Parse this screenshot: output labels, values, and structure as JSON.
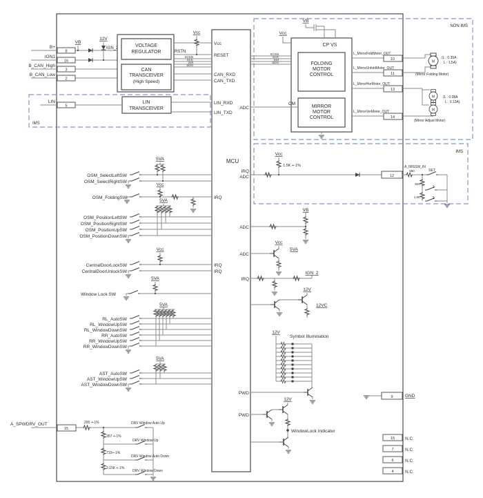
{
  "colors": {
    "dashed_box": "#7f97c6",
    "wire": "#8a8a8a",
    "component": "#444444",
    "text": "#2b2b2b"
  },
  "regions": {
    "non_ims": "NON IMS",
    "ims_right": "IMS",
    "ims_left": "IMS"
  },
  "rails": {
    "vb": "VB",
    "v12": "12V",
    "vcc": "Vcc",
    "va5": "5VA",
    "ign2": "IGN_2",
    "v12c": "12VC"
  },
  "left_inputs": {
    "bplus": {
      "label": "B+",
      "pin": "8"
    },
    "ign1": {
      "label": "IGN1",
      "pin": "16"
    },
    "can_high": {
      "label": "B_CAN_High",
      "pin": "3"
    },
    "can_low": {
      "label": "B_CAN_Low",
      "pin": "2"
    },
    "lin": {
      "label": "LIN",
      "pin": "5"
    },
    "spwdrv": {
      "label": "A_SPWDRV_OUT",
      "pin": "15"
    }
  },
  "blocks": {
    "voltage_regulator": [
      "VOLTAGE",
      "REGULATOR"
    ],
    "can_transceiver": [
      "CAN",
      "TRANSCEIVER",
      "(High Speed)"
    ],
    "lin_transceiver": [
      "LIN",
      "TRANSCEIVER"
    ],
    "folding_motor": [
      "FOLDING",
      "MOTOR",
      "CONTROL"
    ],
    "mirror_motor": [
      "MIRROR",
      "MOTOR",
      "CONTROL"
    ],
    "mcu": "MCU"
  },
  "signals": {
    "rstn": "RSTN",
    "cm": "CM",
    "cp_vs": "CP  VS",
    "a_imssw_in": "A_IMSSW_IN"
  },
  "spi": {
    "scsn": "SCSN",
    "sck": "SCK",
    "sdi": "SDI",
    "sdo": "SDO"
  },
  "mcu_ports": {
    "vcc": "Vcc",
    "reset": "RESET",
    "can_rxd": "CAN_RXD",
    "can_txd": "CAN_TXD",
    "lin_rxd": "LIN_RXD",
    "lin_txd": "LIN_TXD",
    "adc": "ADC",
    "irq": "IRQ",
    "pwd": "PWD"
  },
  "motor_outputs": {
    "fold": "L_MirrorFoldMotor_OUT",
    "unfold": "L_MirrorUnfoldMotor_OUT",
    "hor": "L_MirrorHorMotor_OUT",
    "ver": "L_MirrorVerMotor_OUT",
    "pin_fold": "10",
    "pin_unfold": "11",
    "pin_hor": "13",
    "pin_ver": "14"
  },
  "motors": {
    "m": "M",
    "folding": {
      "current_a": "(L : 0.35A",
      "current_b": "L : 1.5A)",
      "caption": "(Mirror Folding Motor)"
    },
    "adjust": {
      "current_a": "(L : 0.08A",
      "current_b": "L : 0.13A)",
      "caption": "(Mirror Adjust Motor)"
    }
  },
  "ims_circuit": {
    "pin": "12",
    "pullup": "1.5K +-1%",
    "r_series": "680",
    "r1": "820",
    "r2": "1.8K",
    "sw_set": "SET",
    "sw1": "1",
    "sw2": "2"
  },
  "switches": {
    "osm_select_left": "OSM_SelectLeftSW",
    "osm_select_right": "OSM_SelectRightSW",
    "osm_folding": "OSM_FoldingSW",
    "osm_position_left": "OSM_PositionLeftSW",
    "osm_position_right": "OSM_PositionRightSW",
    "osm_position_up": "OSM_PositionUpSW",
    "osm_position_down": "OSM_PositionDownSW",
    "central_lock": "CentralDoorLockSW",
    "central_unlock": "CentralDoorUnlockSW",
    "window_lock": "Window Lock SW",
    "rl_auto": "RL_AutoSW",
    "rl_up": "RL_WindowUpSW",
    "rl_down": "RL_WindowDownSW",
    "rr_auto": "RR_AutoSW",
    "rr_up": "RR_WindowUpSW",
    "rr_down": "RR_WindowDownSW",
    "ast_auto": "AST_AutoSW",
    "ast_up": "AST_WindowUpSW",
    "ast_down": "AST_WindowDownSW"
  },
  "drv_ladder": {
    "r200": "200 +-1%",
    "r357": "357 +-1%",
    "r715": "715+-1%",
    "r215": "2.15K +-1%",
    "auto_up": "DRV Window Auto Up",
    "up": "DRV Window Up",
    "auto_down": "DRV Window Auto Down",
    "down": "DRV Window Down"
  },
  "right_pins": {
    "gnd_pin": "9",
    "gnd": "GND",
    "nc": "N.C",
    "nc_pins": [
      "15",
      "7",
      "6",
      "4"
    ]
  },
  "misc": {
    "symbol_illumination": "Symbol Illumination",
    "windowlock_indicator": "WindowLock Indicator"
  }
}
